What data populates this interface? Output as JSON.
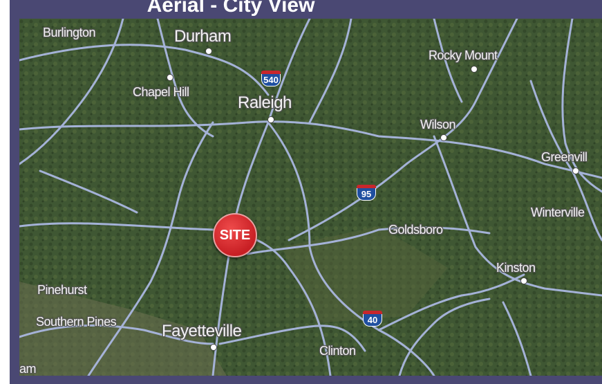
{
  "title": "Aerial - City View",
  "marker": {
    "label": "SITE"
  },
  "cities": {
    "burlington": "Burlington",
    "durham": "Durham",
    "chapel_hill": "Chapel Hill",
    "raleigh": "Raleigh",
    "rocky_mount": "Rocky Mount",
    "wilson": "Wilson",
    "greenville": "Greenvill",
    "winterville": "Winterville",
    "goldsboro": "Goldsboro",
    "kinston": "Kinston",
    "pinehurst": "Pinehurst",
    "southern_pines": "Southern Pines",
    "fayetteville": "Fayetteville",
    "clinton": "Clinton",
    "edge_label": "am"
  },
  "interstates": {
    "i540": "540",
    "i95": "95",
    "i40": "40"
  },
  "colors": {
    "frame": "#4a4873",
    "terrain": "#3e5532",
    "roads": "#aab7e0",
    "marker": "#d3272b"
  }
}
